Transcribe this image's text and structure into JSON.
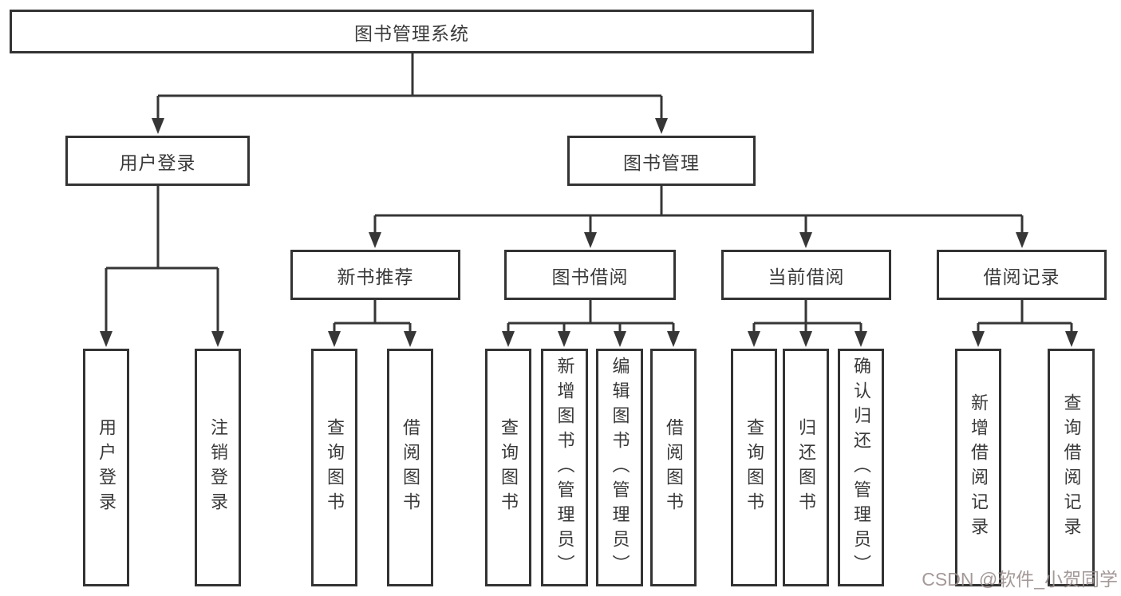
{
  "diagram": {
    "root": {
      "label": "图书管理系统"
    },
    "branches": [
      {
        "label": "用户登录",
        "children": [
          {
            "label": "用户登录"
          },
          {
            "label": "注销登录"
          }
        ]
      },
      {
        "label": "图书管理",
        "children": [
          {
            "label": "新书推荐",
            "children": [
              {
                "label": "查询图书"
              },
              {
                "label": "借阅图书"
              }
            ]
          },
          {
            "label": "图书借阅",
            "children": [
              {
                "label": "查询图书"
              },
              {
                "label": "新增图书（管理员）"
              },
              {
                "label": "编辑图书（管理员）"
              },
              {
                "label": "借阅图书"
              }
            ]
          },
          {
            "label": "当前借阅",
            "children": [
              {
                "label": "查询图书"
              },
              {
                "label": "归还图书"
              },
              {
                "label": "确认归还（管理员）"
              }
            ]
          },
          {
            "label": "借阅记录",
            "children": [
              {
                "label": "新增借阅记录"
              },
              {
                "label": "查询借阅记录"
              }
            ]
          }
        ]
      }
    ]
  },
  "watermark": {
    "text": "CSDN @软件_小贺同学"
  },
  "colors": {
    "line": "#363636",
    "box_border": "#333333",
    "text": "#3a3a3a",
    "background": "#ffffff",
    "watermark": "#9b8d8d"
  }
}
